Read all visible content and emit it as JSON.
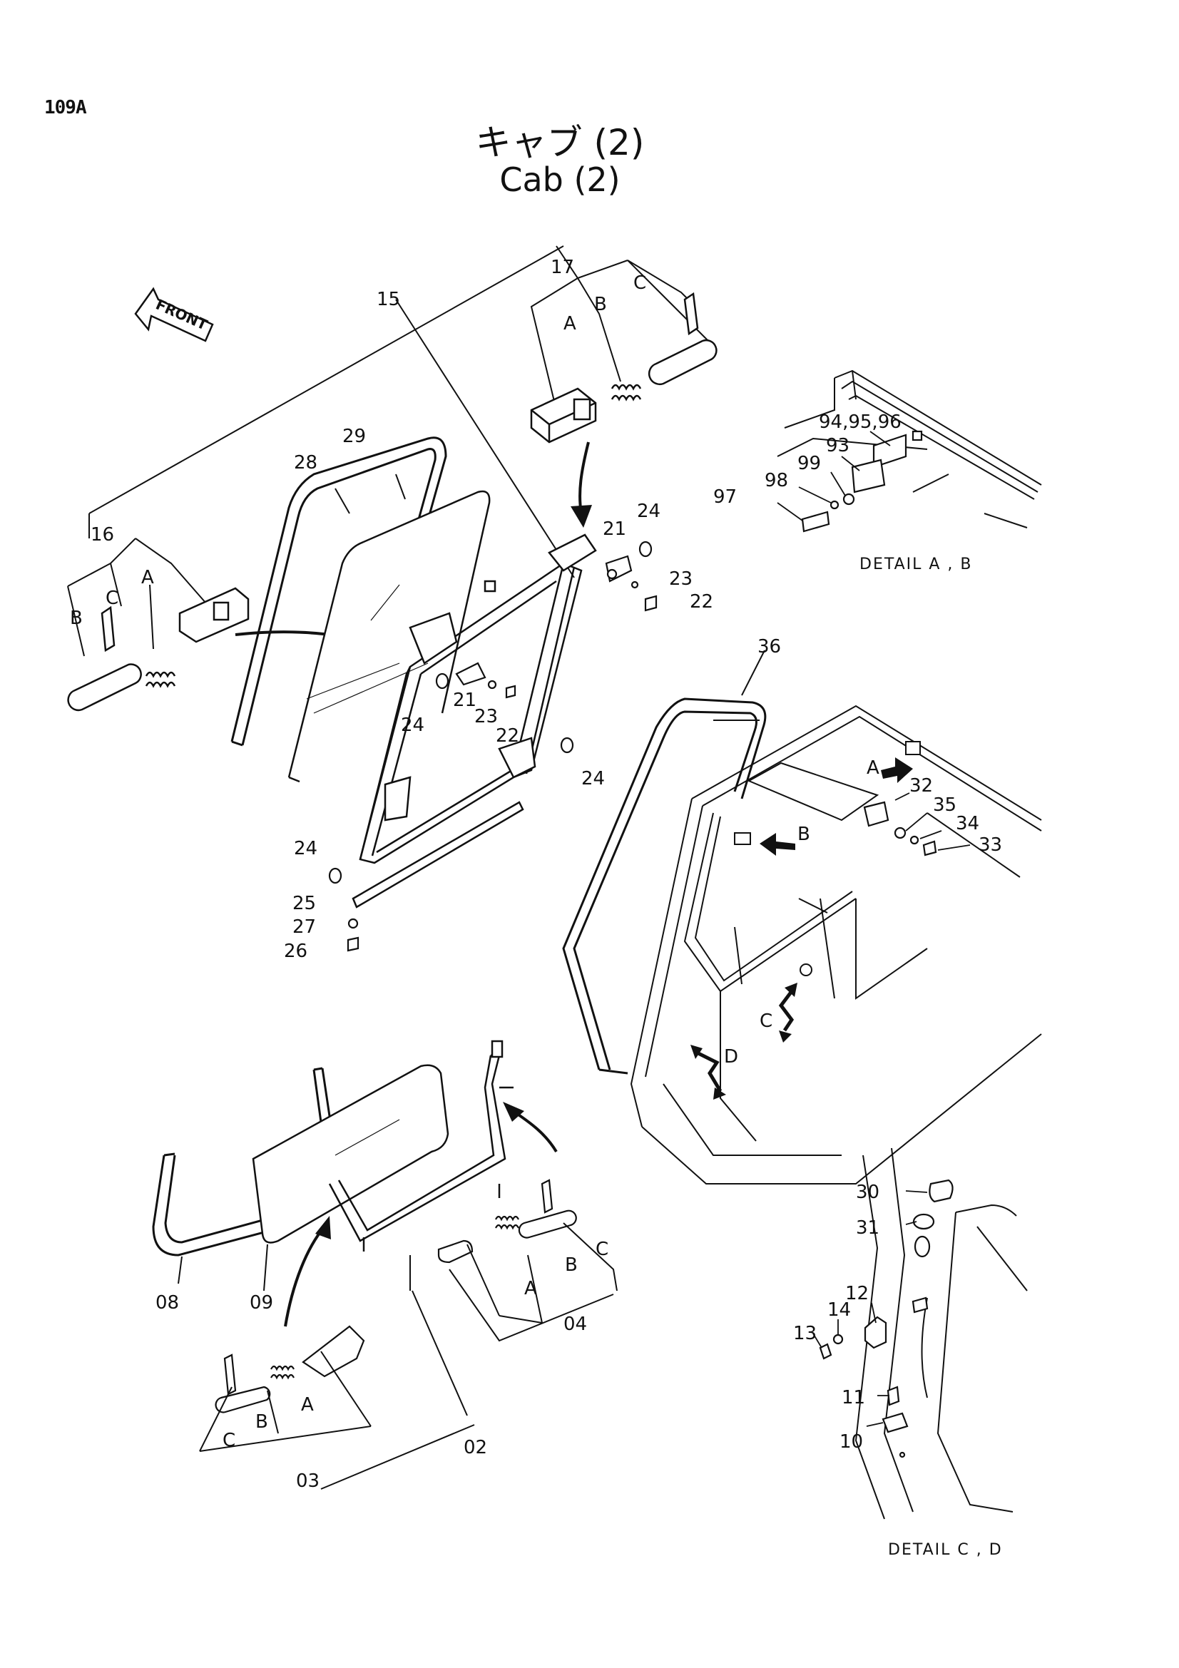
{
  "page_id": "109A",
  "title": {
    "japanese": "キャブ (2)",
    "english": "Cab (2)"
  },
  "front_marker": "FRONT",
  "callouts": {
    "p15": "15",
    "p16": "16",
    "p17": "17",
    "p17A": "A",
    "p17B": "B",
    "p17C": "C",
    "p16A": "A",
    "p16B": "B",
    "p16C": "C",
    "p28": "28",
    "p29": "29",
    "p21a": "21",
    "p24a": "24",
    "p23a": "23",
    "p22a": "22",
    "p21b": "21",
    "p24b": "24",
    "p23b": "23",
    "p22b": "22",
    "p24c": "24",
    "p24d": "24",
    "p25": "25",
    "p27": "27",
    "p26": "26",
    "p36": "36",
    "p32": "32",
    "p35": "35",
    "p34": "34",
    "p33": "33",
    "p94": "94,95,96",
    "p93": "93",
    "p99": "99",
    "p98": "98",
    "p97": "97",
    "arrowA": "A",
    "arrowB": "B",
    "arrowC": "C",
    "arrowD": "D",
    "p08": "08",
    "p09": "09",
    "p02": "02",
    "p03": "03",
    "p03A": "A",
    "p03B": "B",
    "p03C": "C",
    "p04": "04",
    "p04A": "A",
    "p04B": "B",
    "p04C": "C",
    "p30": "30",
    "p31": "31",
    "p12": "12",
    "p14": "14",
    "p13": "13",
    "p11": "11",
    "p10": "10"
  },
  "details": {
    "ab": "DETAIL A , B",
    "cd": "DETAIL C , D"
  }
}
